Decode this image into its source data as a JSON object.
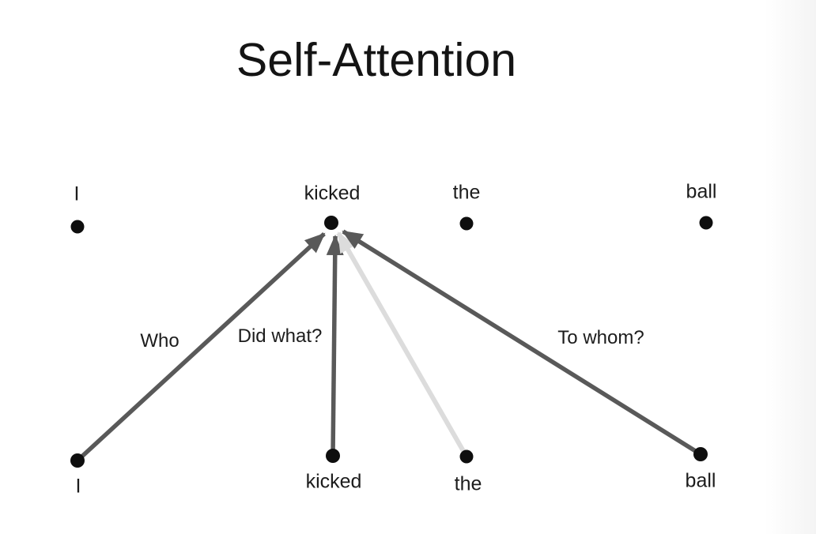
{
  "title": "Self-Attention",
  "diagram": {
    "sentence": "I kicked the ball",
    "query_word": "kicked",
    "top_row": {
      "words": [
        "I",
        "kicked",
        "the",
        "ball"
      ]
    },
    "bottom_row": {
      "words": [
        "I",
        "kicked",
        "the",
        "ball"
      ]
    },
    "edges": [
      {
        "from": "I",
        "to": "kicked",
        "label": "Who",
        "style": "strong"
      },
      {
        "from": "kicked",
        "to": "kicked",
        "label": "Did what?",
        "style": "strong"
      },
      {
        "from": "the",
        "to": "kicked",
        "label": "",
        "style": "weak"
      },
      {
        "from": "ball",
        "to": "kicked",
        "label": "To whom?",
        "style": "strong"
      }
    ],
    "colors": {
      "strong_edge": "#595959",
      "weak_edge": "#dcdcdc",
      "node_dot": "#0e0e0e",
      "text": "#1c1c1c"
    }
  }
}
